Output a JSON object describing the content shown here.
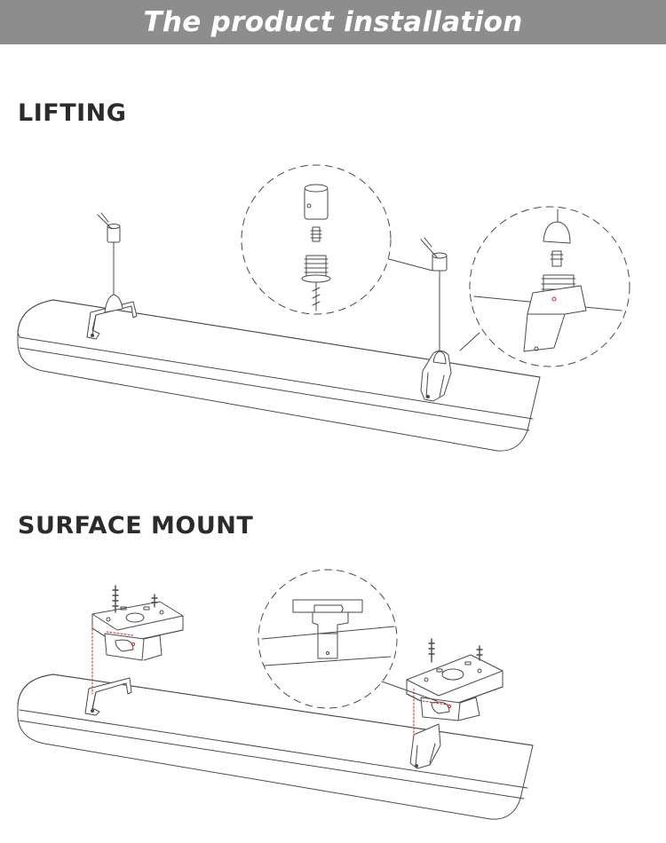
{
  "header": {
    "title": "The product installation",
    "bg_color": "#8d8d8d",
    "text_color": "#ffffff"
  },
  "sections": {
    "lifting": {
      "title": "LIFTING"
    },
    "surface_mount": {
      "title": "SURFACE MOUNT"
    }
  },
  "colors": {
    "line": "#4a4a4a",
    "accent_red": "#d42020"
  }
}
